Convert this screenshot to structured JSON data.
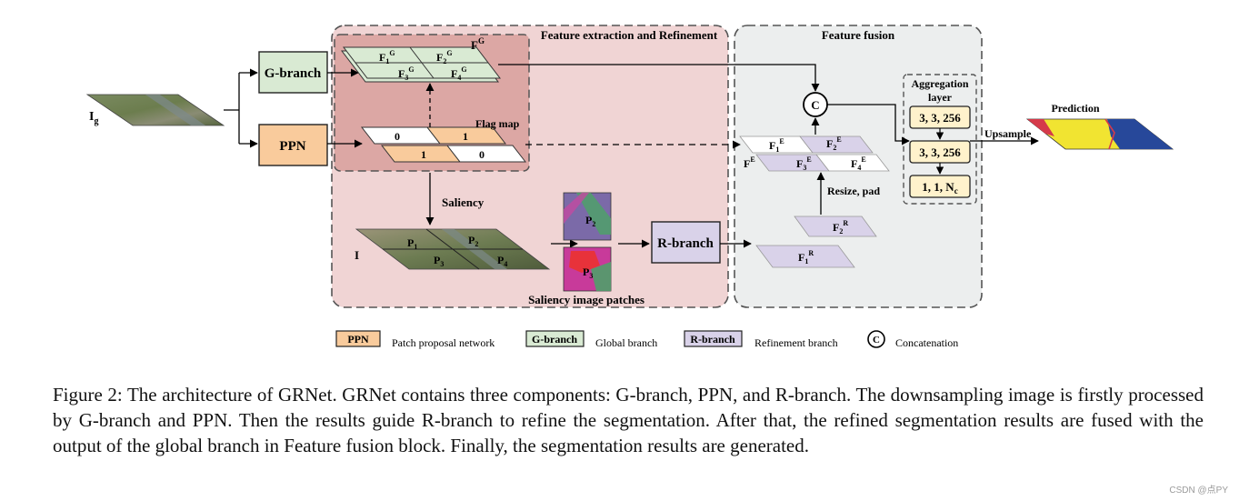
{
  "diagram": {
    "input_label": "I",
    "input_sub": "g",
    "g_branch": "G-branch",
    "ppn": "PPN",
    "r_branch": "R-branch",
    "feature_extraction_title": "Feature extraction and Refinement",
    "feature_fusion_title": "Feature fusion",
    "fg_label": "F",
    "fg_sup": "G",
    "fg_cells": [
      {
        "b": "F",
        "sub": "1",
        "sup": "G"
      },
      {
        "b": "F",
        "sub": "2",
        "sup": "G"
      },
      {
        "b": "F",
        "sub": "3",
        "sup": "G"
      },
      {
        "b": "F",
        "sub": "4",
        "sup": "G"
      }
    ],
    "flag_map_label": "Flag map",
    "flag_values": [
      "0",
      "1",
      "1",
      "0"
    ],
    "saliency_label": "Saliency",
    "image_label": "I",
    "patches": [
      {
        "b": "P",
        "sub": "1"
      },
      {
        "b": "P",
        "sub": "2"
      },
      {
        "b": "P",
        "sub": "3"
      },
      {
        "b": "P",
        "sub": "4"
      }
    ],
    "saliency_patch_labels": [
      {
        "b": "P",
        "sub": "2"
      },
      {
        "b": "P",
        "sub": "3"
      }
    ],
    "saliency_patches_caption": "Saliency image patches",
    "fe_label": "F",
    "fe_sup": "E",
    "fe_cells": [
      {
        "b": "F",
        "sub": "1",
        "sup": "E"
      },
      {
        "b": "F",
        "sub": "2",
        "sup": "E"
      },
      {
        "b": "F",
        "sub": "3",
        "sup": "E"
      },
      {
        "b": "F",
        "sub": "4",
        "sup": "E"
      }
    ],
    "fr_cells": [
      {
        "b": "F",
        "sub": "2",
        "sup": "R"
      },
      {
        "b": "F",
        "sub": "1",
        "sup": "R"
      }
    ],
    "resize_label": "Resize, pad",
    "concat_symbol": "C",
    "aggregation_title_1": "Aggregation",
    "aggregation_title_2": "layer",
    "aggregation_layers": [
      "3, 3, 256",
      "3, 3, 256"
    ],
    "aggregation_last": {
      "b": "1, 1, N",
      "sub": "c"
    },
    "upsample_label": "Upsample",
    "prediction_label": "Prediction"
  },
  "legend": [
    {
      "key": "PPN",
      "text": "Patch proposal network"
    },
    {
      "key": "G-branch",
      "text": "Global branch"
    },
    {
      "key": "R-branch",
      "text": "Refinement branch"
    },
    {
      "key": "C",
      "text": "Concatenation"
    }
  ],
  "caption": "Figure 2: The architecture of GRNet. GRNet contains three components: G-branch, PPN, and R-branch. The downsampling image is firstly processed by G-branch and PPN. Then the results guide R-branch to refine the segmentation. After that, the refined segmentation results are fused with the output of the global branch in Feature fusion block. Finally, the segmentation results are generated.",
  "watermark": "CSDN @点PY",
  "colors": {
    "ppn": "#f9cb9c",
    "g_branch": "#d9ead3",
    "r_branch": "#d9d2e9",
    "agg_box": "#fff2cc",
    "extraction_bg": "#f4cccc",
    "fusion_bg": "#eeeeee"
  }
}
